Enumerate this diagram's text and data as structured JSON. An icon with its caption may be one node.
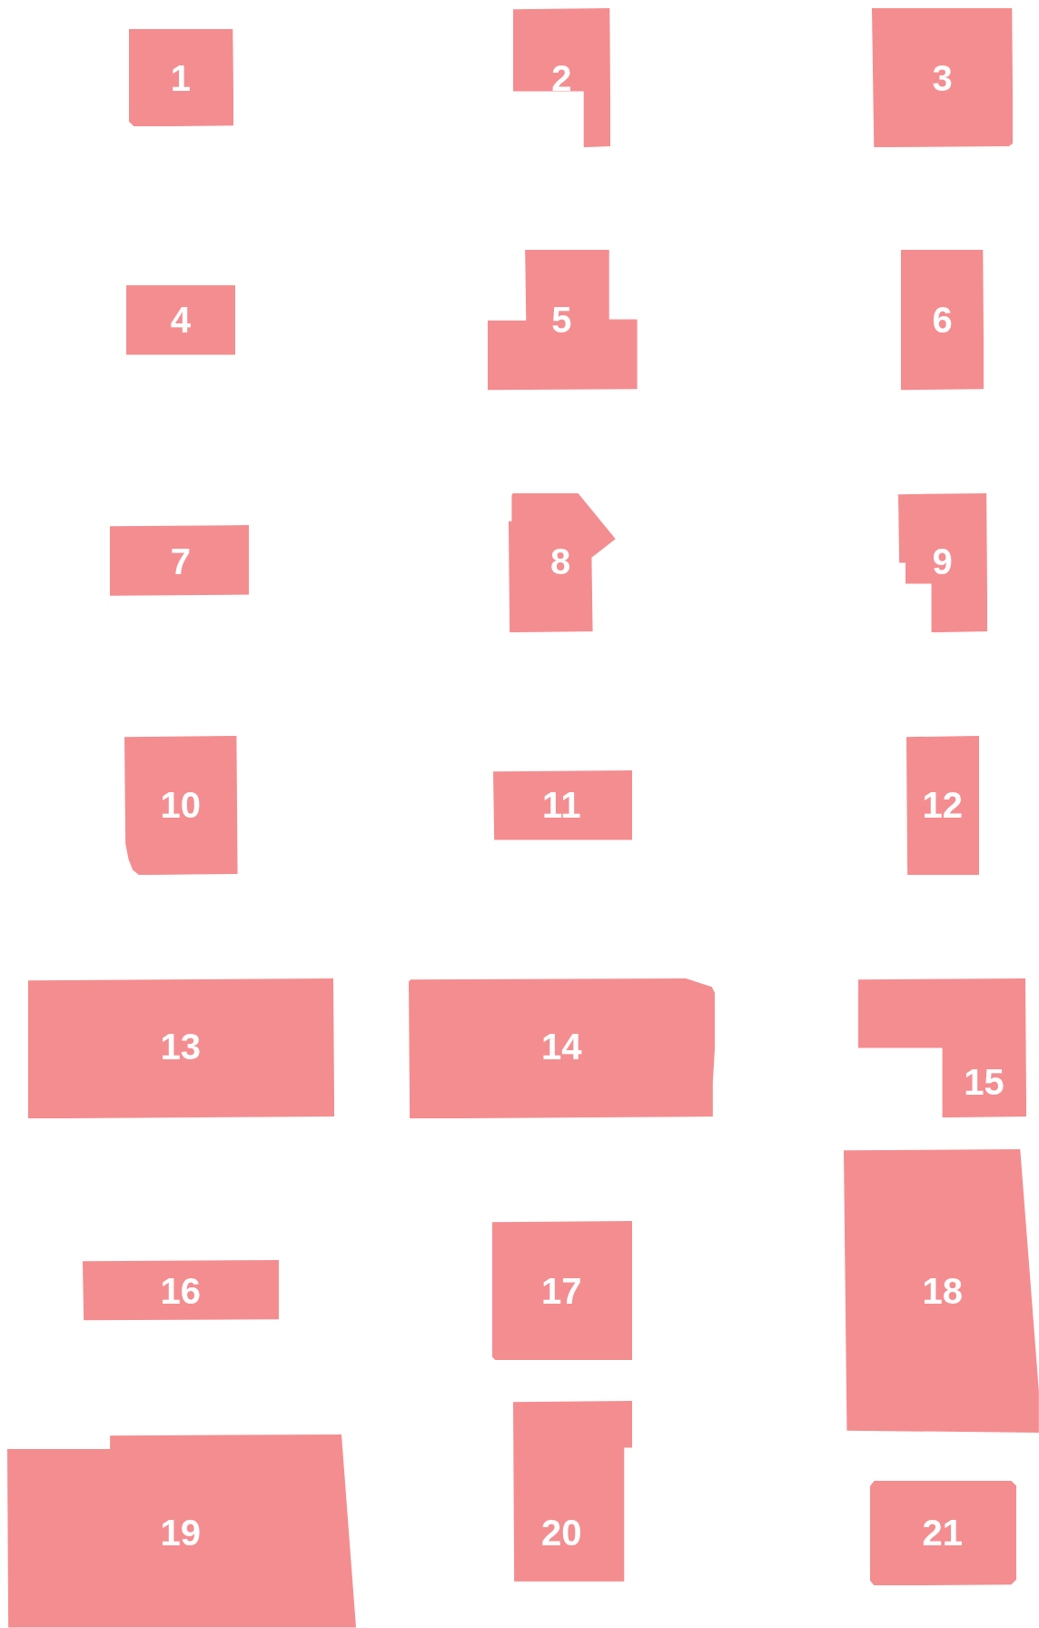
{
  "diagram": {
    "nodes": [
      {
        "text": [
          "1"
        ]
      },
      {
        "text": [
          "2"
        ]
      },
      {
        "text": [
          "3"
        ]
      },
      {
        "text": [
          "4"
        ]
      },
      {
        "text": [
          "5"
        ]
      },
      {
        "text": [
          "6"
        ]
      },
      {
        "text": [
          "7"
        ]
      },
      {
        "text": [
          "8"
        ]
      },
      {
        "text": [
          "9"
        ]
      },
      {
        "text": [
          "10"
        ]
      },
      {
        "text": [
          "11"
        ]
      },
      {
        "text": [
          "12"
        ]
      },
      {
        "text": [
          "13"
        ]
      },
      {
        "text": [
          "14"
        ]
      },
      {
        "text": [
          "15"
        ]
      },
      {
        "text": [
          "16"
        ]
      },
      {
        "text": [
          "17"
        ]
      },
      {
        "text": [
          "18"
        ]
      },
      {
        "text": [
          "19"
        ]
      },
      {
        "text": [
          "20"
        ]
      },
      {
        "text": [
          "21"
        ]
      }
    ]
  }
}
